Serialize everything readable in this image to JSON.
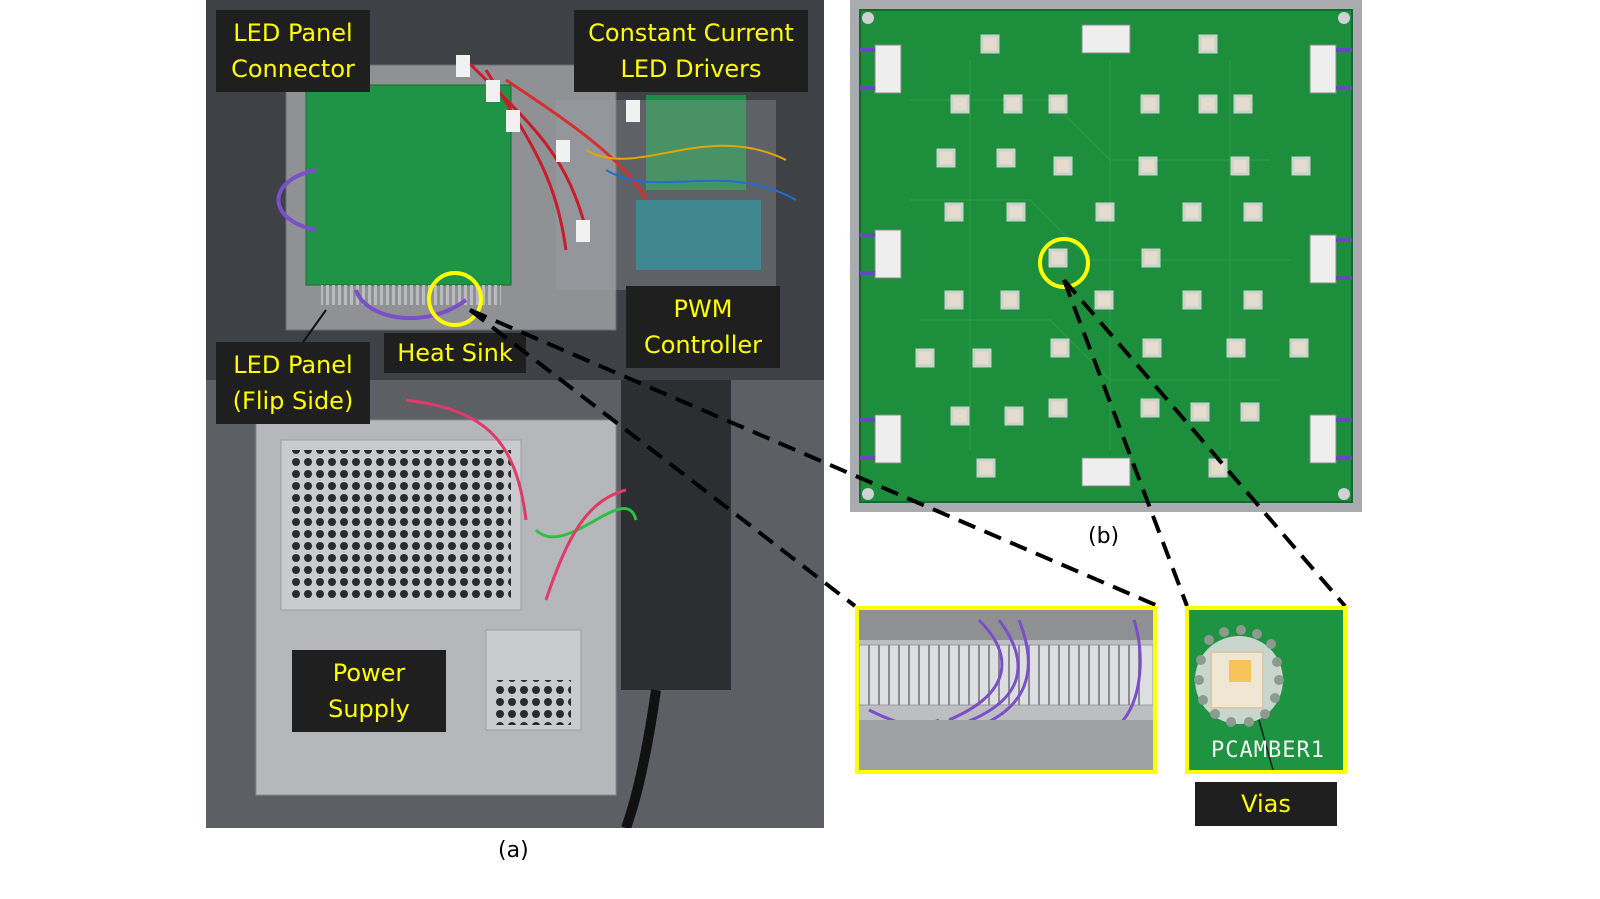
{
  "labels": {
    "led_panel_connector": [
      "LED Panel",
      "Connector"
    ],
    "constant_current": [
      "Constant Current",
      "LED Drivers"
    ],
    "pwm_controller": [
      "PWM",
      "Controller"
    ],
    "heat_sink": "Heat Sink",
    "led_panel_flip": [
      "LED Panel",
      "(Flip Side)"
    ],
    "power_supply": [
      "Power",
      "Supply"
    ],
    "vias": "Vias"
  },
  "captions": {
    "a": "(a)",
    "b": "(b)"
  },
  "inset": {
    "led_name": "PCAMBER1"
  },
  "colors": {
    "label_bg": "#1f1f1f",
    "label_text": "#ffff00",
    "pcb_green": "#1d8f3c",
    "highlight": "#ffff00"
  }
}
